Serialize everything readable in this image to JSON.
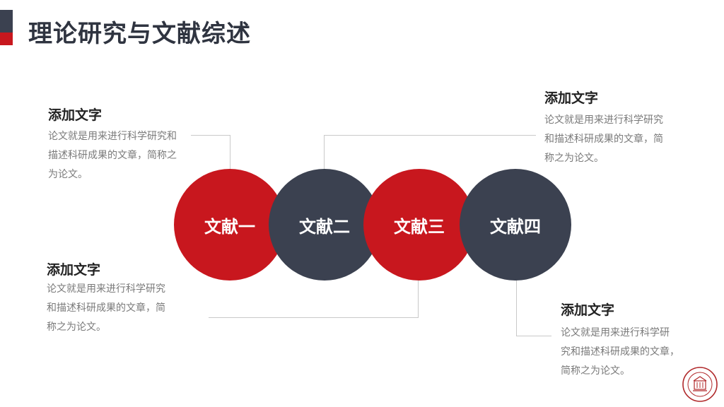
{
  "title": "理论研究与文献综述",
  "circles": [
    "文献一",
    "文献二",
    "文献三",
    "文献四"
  ],
  "blocks": [
    {
      "heading": "添加文字",
      "text_lines": [
        "论文就是用来进行科学研究和",
        "描述科研成果的文章，简称之",
        "为论文。"
      ]
    },
    {
      "heading": "添加文字",
      "text_lines": [
        "论文就是用来进行科学研究",
        "和描述科研成果的文章，简",
        "称之为论文。"
      ]
    },
    {
      "heading": "添加文字",
      "text_lines": [
        "论文就是用来进行科学研究",
        "和描述科研成果的文章，简",
        "称之为论文。"
      ]
    },
    {
      "heading": "添加文字",
      "text_lines": [
        "论文就是用来进行科学研",
        "究和描述科研成果的文章，",
        "简称之为论文。"
      ]
    }
  ],
  "colors": {
    "red": "#c8171e",
    "dark": "#3b4150"
  },
  "seal": {
    "icon": "university-seal-icon"
  }
}
